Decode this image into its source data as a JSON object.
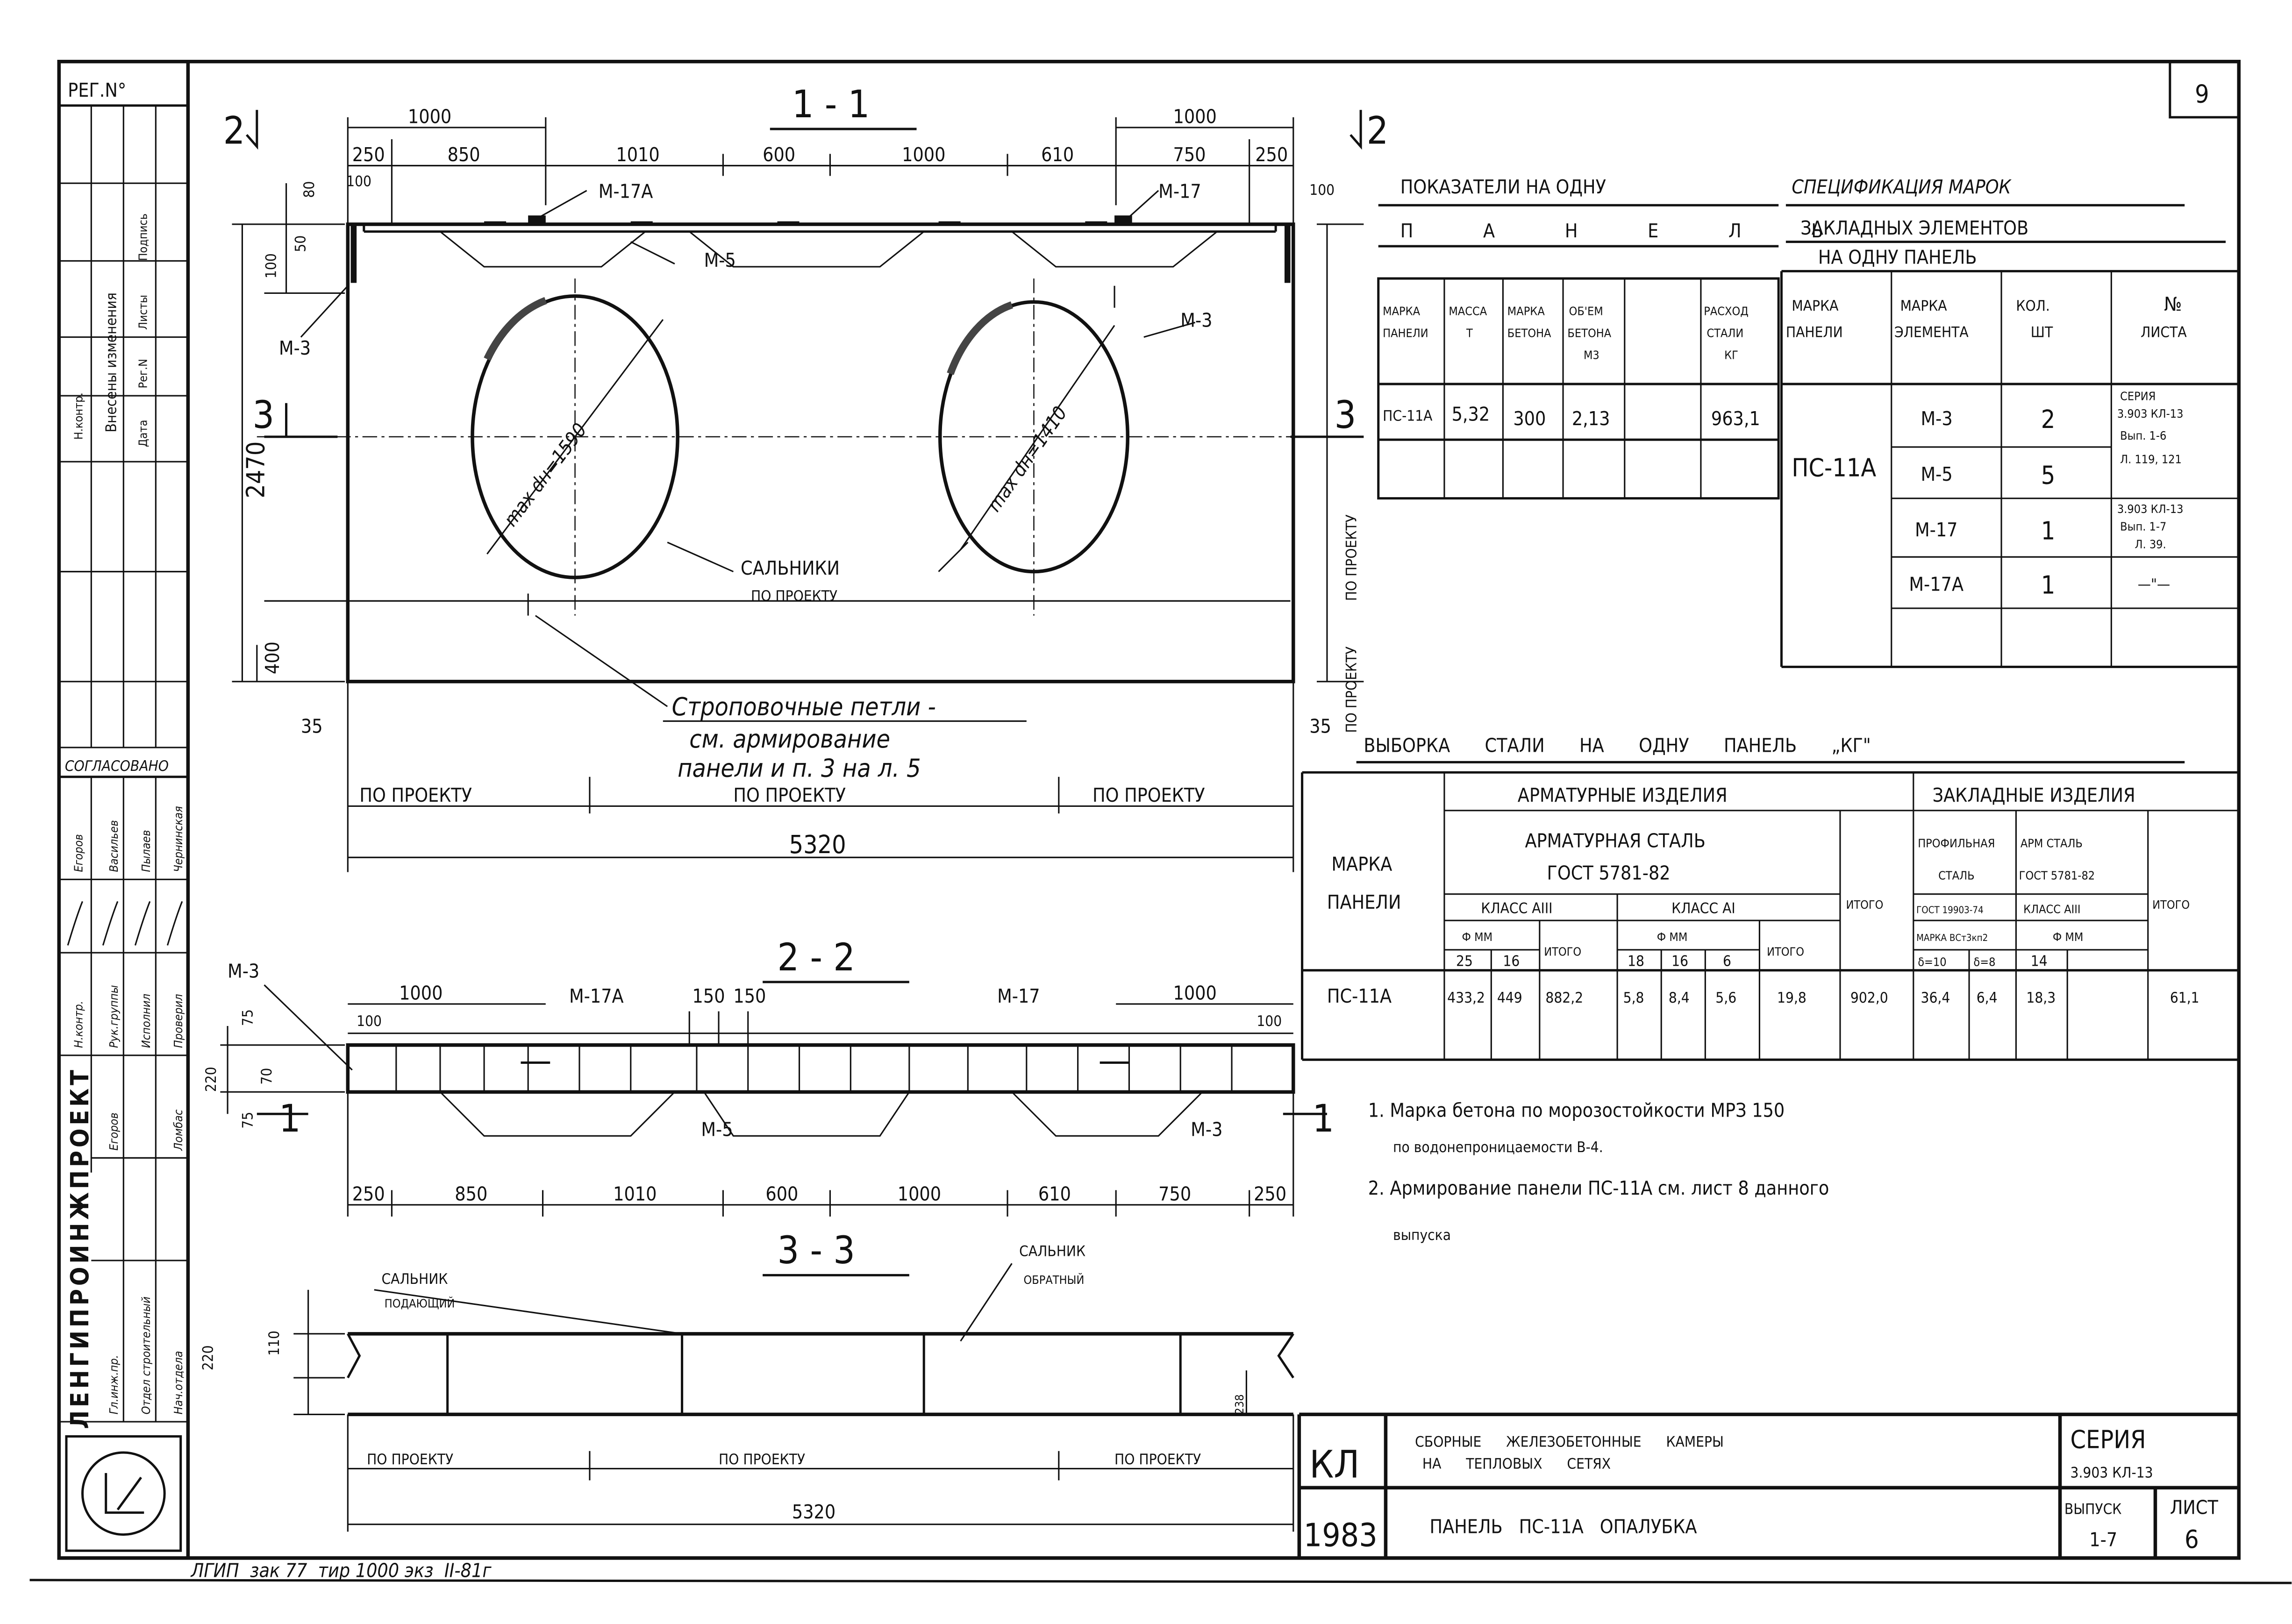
{
  "sheet_corner_number": "9",
  "stamp": {
    "reg_no": "РЕГ.N°",
    "revisions": [
      "Н.контр.",
      "Внесены изменения",
      "Дата",
      "Рег.N",
      "Листы",
      "Подпись"
    ],
    "agreed": "СОГЛАСОВАНО",
    "agreed_names": [
      "Егоров",
      "Васильев",
      "Пылаев",
      "Чернинская"
    ],
    "roles": [
      "Н.контр.",
      "Рук.группы",
      "Исполнил",
      "Проверил",
      "Гл.инж.пр.",
      "Отдел строительный",
      "Нач.отдела"
    ],
    "names": [
      "Егоров",
      "Ломбас"
    ],
    "organization": "ЛЕНГИПРОИНЖПРОЕКТ"
  },
  "section_1": {
    "title": "1 - 1",
    "cut_marks": [
      "2",
      "2",
      "3",
      "3"
    ],
    "dims_top_outer": [
      "1000",
      "1000"
    ],
    "dims_top": [
      "250",
      "850",
      "1010",
      "600",
      "1000",
      "610",
      "750",
      "250"
    ],
    "dims_small": [
      "100",
      "80",
      "100",
      "50",
      "100"
    ],
    "height": "2470",
    "bottom_height": "400",
    "edge": [
      "35",
      "35"
    ],
    "labels": {
      "m17a": "М-17А",
      "m17": "М-17",
      "m5": "М-5",
      "m3_right": "М-3",
      "m3_left": "М-3"
    },
    "hole_left": "max dн=1590",
    "hole_right": "max dн=1410",
    "glands": "САЛЬНИКИ",
    "glands_sub": "ПО ПРОЕКТУ",
    "side_by_project": [
      "ПО ПРОЕКТУ",
      "ПО ПРОЕКТУ"
    ],
    "lifting_note": [
      "Строповочные петли -",
      "см. армирование",
      "панели и п. 3 на л. 5"
    ],
    "bottom_segments": [
      "ПО ПРОЕКТУ",
      "ПО ПРОЕКТУ",
      "ПО ПРОЕКТУ"
    ],
    "total_length": "5320"
  },
  "section_2": {
    "title": "2 - 2",
    "dims_top": [
      "1000",
      "100",
      "150",
      "150",
      "1000",
      "100"
    ],
    "labels": {
      "m3_left": "М-3",
      "m17a": "М-17А",
      "m17": "М-17",
      "m5": "М-5",
      "m3_right": "М-3"
    },
    "heights": [
      "220",
      "75",
      "70",
      "75"
    ],
    "cut_marks": [
      "1",
      "1"
    ],
    "dims_bottom": [
      "250",
      "850",
      "1010",
      "600",
      "1000",
      "610",
      "750",
      "250"
    ]
  },
  "section_3": {
    "title": "3 - 3",
    "gland_supply": [
      "САЛЬНИК",
      "ПОДАЮЩИЙ"
    ],
    "gland_return": [
      "САЛЬНИК",
      "ОБРАТНЫЙ"
    ],
    "heights": [
      "110",
      "220",
      "238"
    ],
    "bottom_segments": [
      "ПО ПРОЕКТУ",
      "ПО ПРОЕКТУ",
      "ПО ПРОЕКТУ"
    ],
    "total_length": "5320"
  },
  "indicators_table": {
    "title_1": "ПОКАЗАТЕЛИ НА ОДНУ",
    "title_2": "П А Н Е Л Ь",
    "headers": [
      [
        "МАРКА",
        "ПАНЕЛИ"
      ],
      [
        "МАССА",
        "Т"
      ],
      [
        "МАРКА",
        "БЕТОНА"
      ],
      [
        "ОБ'ЕМ",
        "БЕТОНА",
        "М3"
      ],
      [
        "РАСХОД",
        "СТАЛИ",
        "КГ"
      ]
    ],
    "rows": [
      [
        "ПС-11А",
        "5,32",
        "300",
        "2,13",
        "963,1"
      ]
    ]
  },
  "embedded_spec_table": {
    "title_1": "СПЕЦИФИКАЦИЯ МАРОК",
    "title_2": "ЗАКЛАДНЫХ ЭЛЕМЕНТОВ",
    "title_3": "НА ОДНУ ПАНЕЛЬ",
    "headers": [
      [
        "МАРКА",
        "ПАНЕЛИ"
      ],
      [
        "МАРКА",
        "ЭЛЕМЕНТА"
      ],
      [
        "КОЛ.",
        "ШТ"
      ],
      [
        "№",
        "ЛИСТА"
      ]
    ],
    "panel": "ПС-11А",
    "rows": [
      {
        "element": "М-3",
        "qty": "2"
      },
      {
        "element": "М-5",
        "qty": "5"
      },
      {
        "element": "М-17",
        "qty": "1"
      },
      {
        "element": "М-17А",
        "qty": "1"
      }
    ],
    "sheet_ref_1": [
      "СЕРИЯ",
      "3.903 КЛ-13",
      "Вып. 1-6",
      "Л. 119, 121"
    ],
    "sheet_ref_2": [
      "3.903 КЛ-13",
      "Вып. 1-7",
      "Л. 39."
    ],
    "sheet_ref_ditto": "—\"—"
  },
  "steel_table": {
    "title": "ВЫБОРКА СТАЛИ НА ОДНУ ПАНЕЛЬ „КГ\"",
    "h_panel": [
      "МАРКА",
      "ПАНЕЛИ"
    ],
    "h_rebar_products": "АРМАТУРНЫЕ ИЗДЕЛИЯ",
    "h_embedded_products": "ЗАКЛАДНЫЕ ИЗДЕЛИЯ",
    "h_rebar_steel": [
      "АРМАТУРНАЯ СТАЛЬ",
      "ГОСТ 5781-82"
    ],
    "h_class_a3": "КЛАСС АIII",
    "h_class_a1": "КЛАСС АI",
    "h_dia": "Ф ММ",
    "h_total": "ИТОГО",
    "h_profile": [
      "ПРОФИЛЬНАЯ",
      "СТАЛЬ",
      "ГОСТ 19903-74",
      "МАРКА ВСт3кп2"
    ],
    "h_arm_steel": [
      "АРМ СТАЛЬ",
      "ГОСТ 5781-82"
    ],
    "h_class_a3_emb": "КЛАСС АIII",
    "dia_a3": [
      "25",
      "16"
    ],
    "dia_a1": [
      "18",
      "16",
      "6"
    ],
    "thick": [
      "δ=10",
      "δ=8"
    ],
    "dia_emb": "14",
    "row": [
      "ПС-11А",
      "433,2",
      "449",
      "882,2",
      "5,8",
      "8,4",
      "5,6",
      "19,8",
      "902,0",
      "36,4",
      "6,4",
      "18,3",
      "",
      "61,1"
    ]
  },
  "notes": [
    "1. Марка бетона по морозостойкости МРЗ 150",
    "по водонепроницаемости В-4.",
    "2. Армирование панели ПС-11А см. лист 8 данного",
    "выпуска"
  ],
  "title_block": {
    "code": "КЛ",
    "year": "1983",
    "name_1": "СБОРНЫЕ ЖЕЛЕЗОБЕТОННЫЕ КАМЕРЫ",
    "name_2": "НА ТЕПЛОВЫХ СЕТЯХ",
    "series_label": "СЕРИЯ",
    "series": "3.903 КЛ-13",
    "sheet_title": "ПАНЕЛЬ   ПС-11А   ОПАЛУБКА",
    "issue_label": "ВЫПУСК",
    "issue": "1-7",
    "sheet_label": "ЛИСТ",
    "sheet": "6"
  },
  "footer": "ЛГИП  зак 77  тир 1000 экз  II-81г"
}
